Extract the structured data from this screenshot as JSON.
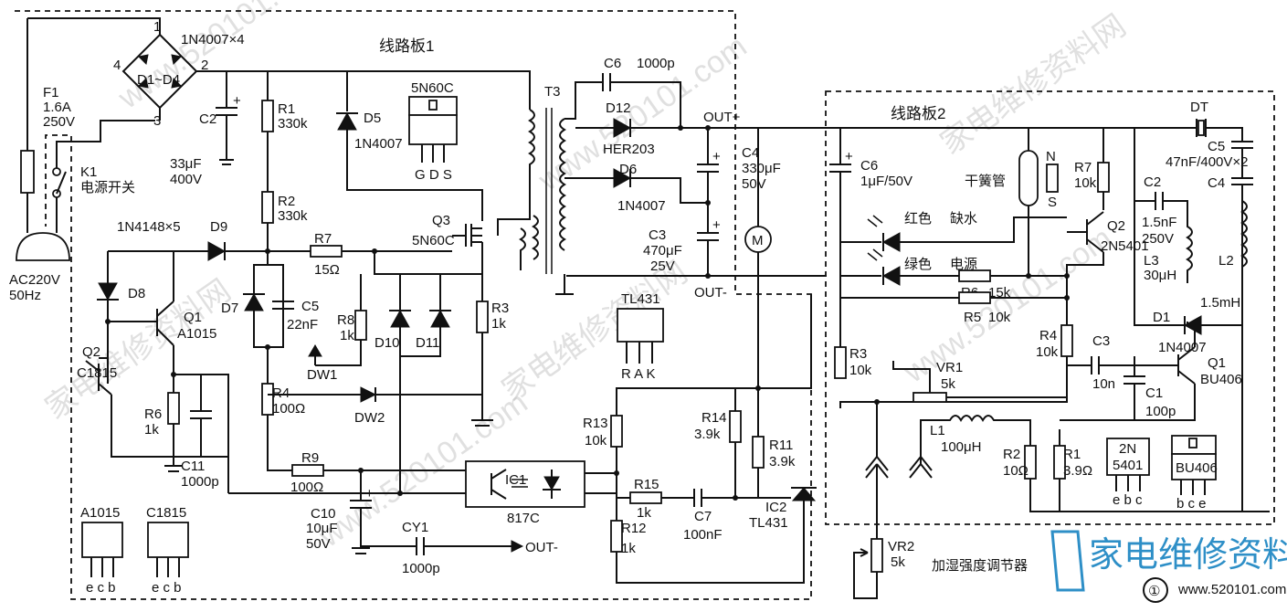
{
  "board1_title": "线路板1",
  "board2_title": "线路板2",
  "figure_number": "①",
  "watermark": "家电维修资料网",
  "watermark_url": "www.520101.com",
  "brand": {
    "name": "家电维修资料网",
    "url": "www.520101.com"
  },
  "input": {
    "plug": "AC220V",
    "freq": "50Hz",
    "fuse_name": "F1",
    "fuse_rating": "1.6A",
    "fuse_voltage": "250V",
    "switch_name": "K1",
    "switch_desc": "电源开关"
  },
  "bridge": {
    "label": "1N4007×4",
    "diodes": "D1~D4",
    "pin1": "1",
    "pin2": "2",
    "pin3": "3",
    "pin4": "4"
  },
  "board1": {
    "C2": [
      "C2",
      "33μF",
      "400V"
    ],
    "R1": [
      "R1",
      "330k"
    ],
    "R2": [
      "R2",
      "330k"
    ],
    "D5": [
      "D5",
      "1N4007"
    ],
    "pkg_5n60c": {
      "title": "5N60C",
      "pins": "G D S"
    },
    "T3": "T3",
    "C6": [
      "C6",
      "1000p"
    ],
    "D12": [
      "D12",
      "HER203"
    ],
    "D6": [
      "D6",
      "1N4007"
    ],
    "C4": [
      "C4",
      "330μF",
      "50V"
    ],
    "C3": [
      "C3",
      "470μF",
      "25V"
    ],
    "out_plus": "OUT+",
    "out_minus": "OUT-",
    "motor": "M",
    "Q3": [
      "Q3",
      "5N60C"
    ],
    "D9_note": "1N4148×5",
    "D9": "D9",
    "R7": [
      "R7",
      "15Ω"
    ],
    "D8": "D8",
    "Q1": [
      "Q1",
      "A1015"
    ],
    "Q2": [
      "Q2",
      "C1815"
    ],
    "D7": "D7",
    "C5": [
      "C5",
      "22nF"
    ],
    "R8": [
      "R8",
      "1k"
    ],
    "D10": "D10",
    "D11": "D11",
    "R3": [
      "R3",
      "1k"
    ],
    "DW1": "DW1",
    "DW2": "DW2",
    "R4": [
      "R4",
      "100Ω"
    ],
    "R6": [
      "R6",
      "1k"
    ],
    "C11": [
      "C11",
      "1000p"
    ],
    "R9": [
      "R9",
      "100Ω"
    ],
    "C10": [
      "C10",
      "10μF",
      "50V"
    ],
    "CY1": [
      "CY1",
      "1000p"
    ],
    "cy1_out": "OUT-",
    "IC1": [
      "IC1",
      "817C"
    ],
    "TL431_pkg": {
      "title": "TL431",
      "pins": "R A K"
    },
    "R13": [
      "R13",
      "10k"
    ],
    "R14": [
      "R14",
      "3.9k"
    ],
    "R11": [
      "R11",
      "3.9k"
    ],
    "R15": [
      "R15",
      "1k"
    ],
    "C7": [
      "C7",
      "100nF"
    ],
    "R12": [
      "R12",
      "1k"
    ],
    "IC2": [
      "IC2",
      "TL431"
    ],
    "pkg_a1015": {
      "title": "A1015",
      "pins": "e c b"
    },
    "pkg_c1815": {
      "title": "C1815",
      "pins": "e c b"
    }
  },
  "board2": {
    "C6": [
      "C6",
      "1μF/50V"
    ],
    "reed": "干簧管",
    "magnet_n": "N",
    "magnet_s": "S",
    "R7": [
      "R7",
      "10k"
    ],
    "Q2": [
      "Q2",
      "2N5401"
    ],
    "led_red": "红色",
    "led_red_desc": "缺水",
    "led_green": "绿色",
    "led_green_desc": "电源",
    "R6": [
      "R6",
      "15k"
    ],
    "R5": [
      "R5",
      "10k"
    ],
    "R4": [
      "R4",
      "10k"
    ],
    "R3": [
      "R3",
      "10k"
    ],
    "VR1": [
      "VR1",
      "5k"
    ],
    "L1": [
      "L1",
      "100μH"
    ],
    "R2": [
      "R2",
      "10Ω"
    ],
    "R1": [
      "R1",
      "3.9Ω"
    ],
    "DT": "DT",
    "C5": [
      "C5",
      "47nF/400V×2"
    ],
    "C4": "C4",
    "C2": [
      "C2",
      "1.5nF",
      "250V"
    ],
    "L3": [
      "L3",
      "30μH"
    ],
    "L2": "L2",
    "L2_val": "1.5mH",
    "D1": [
      "D1",
      "1N4007"
    ],
    "C3": [
      "C3",
      "10n"
    ],
    "C1": [
      "C1",
      "100p"
    ],
    "Q1": [
      "Q1",
      "BU406"
    ],
    "pkg_2n5401": {
      "title1": "2N",
      "title2": "5401",
      "pins": "e b c"
    },
    "pkg_bu406": {
      "title": "BU406",
      "pins": "b c e"
    },
    "VR2": [
      "VR2",
      "5k"
    ],
    "humid_adj": "加湿强度调节器"
  }
}
